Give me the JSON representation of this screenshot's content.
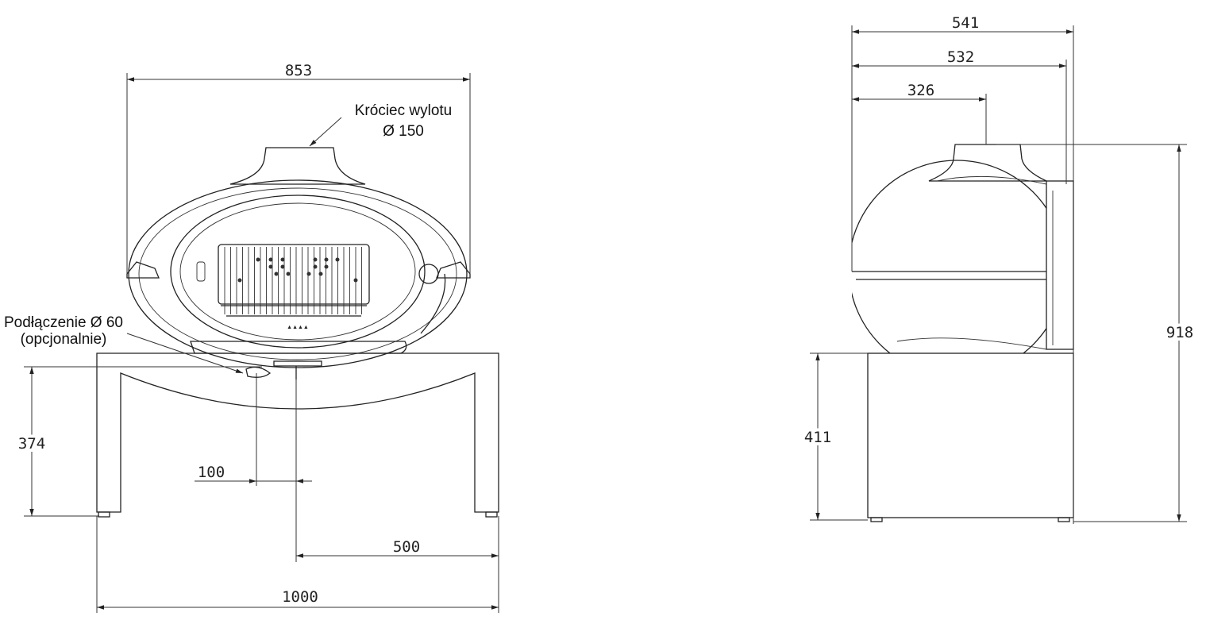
{
  "front_view": {
    "width_853": "853",
    "outlet_label_line1": "Króciec wylotu",
    "outlet_label_line2": "Ø 150",
    "connection_label_line1": "Podłączenie Ø 60",
    "connection_label_line2": "(opcjonalnie)",
    "height_374": "374",
    "offset_100": "100",
    "half_width_500": "500",
    "width_1000": "1000"
  },
  "side_view": {
    "depth_541": "541",
    "depth_532": "532",
    "flue_offset_326": "326",
    "height_918": "918",
    "base_height_411": "411"
  }
}
